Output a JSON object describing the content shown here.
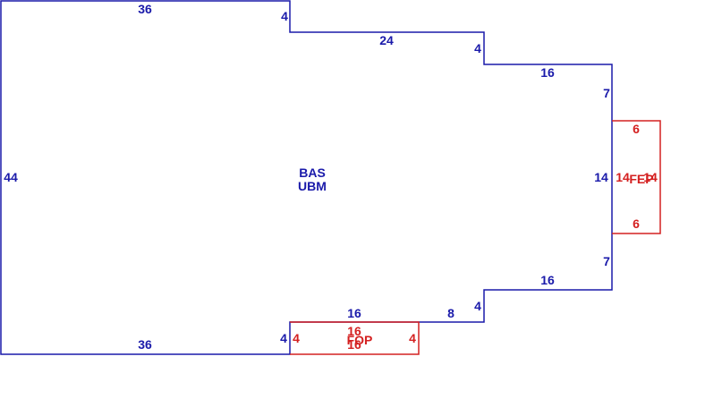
{
  "colors": {
    "main": "#1a1aaa",
    "addition": "#d42020",
    "background": "#ffffff"
  },
  "main_area": {
    "code": "BAS",
    "subcode": "UBM",
    "dims": {
      "top_left": "36",
      "step1": "4",
      "top_mid": "24",
      "step2": "4",
      "top_right": "16",
      "upper_right": "7",
      "right": "14",
      "lower_right": "7",
      "bottom_right": "16",
      "step3": "4",
      "bottom_mid": "8",
      "bottom_porch_top": "16",
      "porch_left": "4",
      "bottom_left": "36",
      "left": "44"
    }
  },
  "fep": {
    "code": "FEP",
    "dims": {
      "top": "6",
      "left": "14",
      "right": "14",
      "bottom": "6"
    }
  },
  "fop": {
    "code": "FOP",
    "dims": {
      "top": "16",
      "left": "4",
      "right": "4",
      "bottom": "16"
    }
  }
}
